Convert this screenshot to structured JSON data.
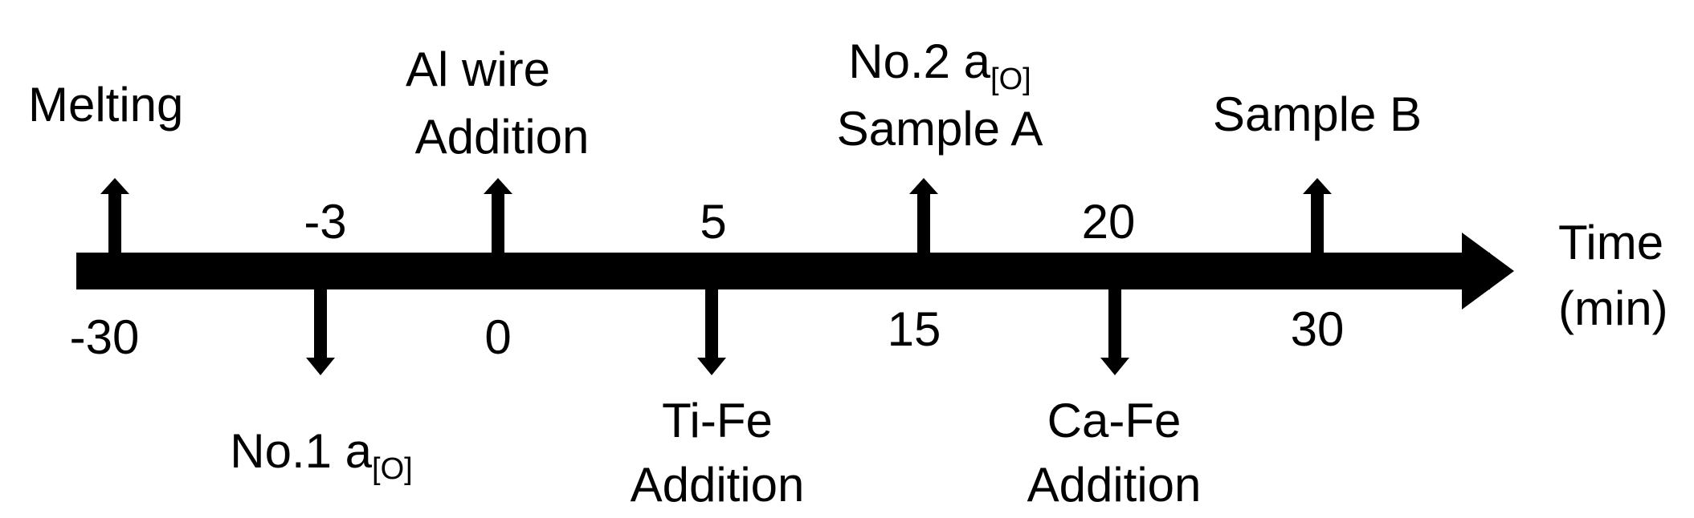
{
  "axis_label": {
    "line1": "Time",
    "line2": "(min)"
  },
  "events": [
    {
      "time": -30,
      "tick": "-30",
      "direction": "up",
      "label": "Melting"
    },
    {
      "time": -3,
      "tick": "-3",
      "direction": "down",
      "label_main": "No.1 a",
      "label_sub": "[O]"
    },
    {
      "time": 0,
      "tick": "0",
      "direction": "up",
      "label_line1": "Al wire",
      "label_line2": "Addition"
    },
    {
      "time": 5,
      "tick": "5",
      "direction": "down",
      "label_line1": "Ti-Fe",
      "label_line2": "Addition"
    },
    {
      "time": 15,
      "tick": "15",
      "direction": "up",
      "label_main": "No.2 a",
      "label_sub": "[O]",
      "label_line2": "Sample A"
    },
    {
      "time": 20,
      "tick": "20",
      "direction": "down",
      "label_line1": "Ca-Fe",
      "label_line2": "Addition"
    },
    {
      "time": 30,
      "tick": "30",
      "direction": "up",
      "label": "Sample B"
    }
  ],
  "colors": {
    "foreground": "#000000",
    "background": "#ffffff"
  }
}
